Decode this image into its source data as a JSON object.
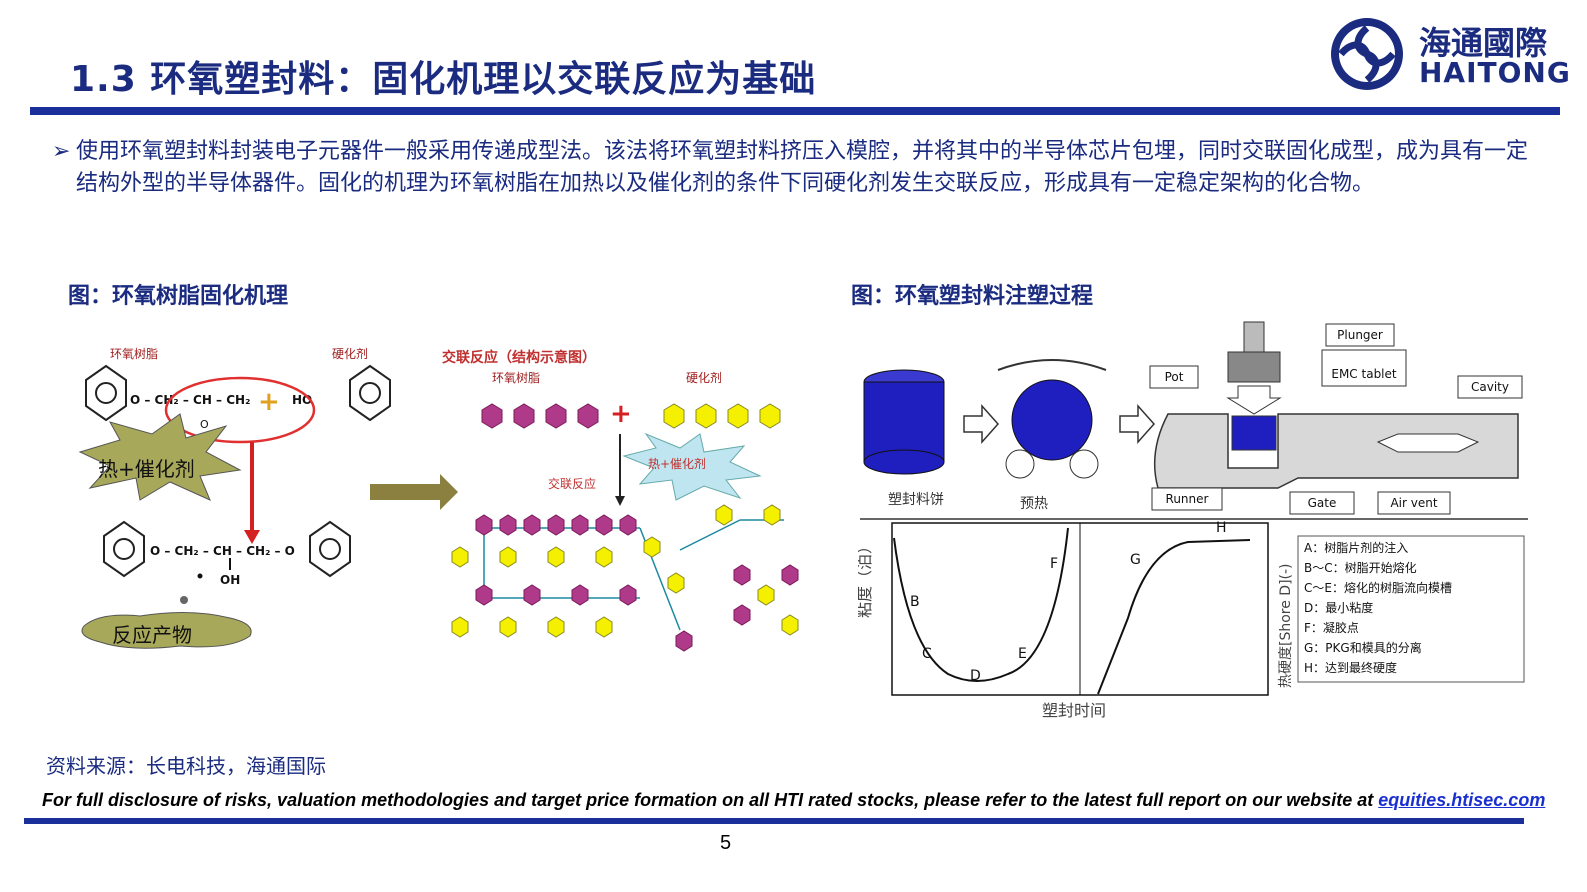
{
  "header": {
    "title": "1.3 环氧塑封料：固化机理以交联反应为基础",
    "logo_cn": "海通國際",
    "logo_en": "HAITONG"
  },
  "bullet": {
    "marker": "➢",
    "text": "使用环氧塑封料封装电子元器件一般采用传递成型法。该法将环氧塑封料挤压入模腔，并将其中的半导体芯片包埋，同时交联固化成型，成为具有一定结构外型的半导体器件。固化的机理为环氧树脂在加热以及催化剂的条件下同硬化剂发生交联反应，形成具有一定稳定架构的化合物。"
  },
  "figure_left": {
    "title": "图：环氧树脂固化机理",
    "label_resin": "环氧树脂",
    "label_hardener": "硬化剂",
    "formula_top": "O – CH₂ – CH – CH₂",
    "plus": "+",
    "ho": "HO",
    "o_label": "O",
    "heat_catalyst": "热+催化剂",
    "formula_product": "O – CH₂ – CH – CH₂ – O",
    "oh": "OH",
    "product": "反应产物",
    "crosslink_title": "交联反应（结构示意图）",
    "crosslink_resin": "环氧树脂",
    "crosslink_hardener": "硬化剂",
    "crosslink_heat": "热+催化剂",
    "crosslink_label": "交联反应"
  },
  "figure_right": {
    "title": "图：环氧塑封料注塑过程",
    "plunger": "Plunger",
    "emc_tablet": "EMC tablet",
    "pot": "Pot",
    "cavity": "Cavity",
    "runner": "Runner",
    "gate": "Gate",
    "air_vent": "Air vent",
    "cake": "塑封料饼",
    "preheat": "预热",
    "y_left": "粘度（泊）",
    "y_right": "热硬度[Shore D](-)",
    "x_label": "塑封时间",
    "points": [
      "B",
      "C",
      "D",
      "E",
      "F",
      "G",
      "H"
    ],
    "legend": [
      "A：树脂片剂的注入",
      "B～C：树脂开始熔化",
      "C～E：熔化的树脂流向模槽",
      "D：最小粘度",
      "F：凝胶点",
      "G：PKG和模具的分离",
      "H：达到最终硬度"
    ]
  },
  "footer": {
    "source": "资料来源：长电科技，海通国际",
    "disclaimer": "For full disclosure of risks, valuation methodologies and target price formation on all HTI rated stocks, please refer to the latest full report on our website at ",
    "link": "equities.htisec.com",
    "page": "5"
  },
  "colors": {
    "brand": "#1a2b80",
    "bar": "#1a2f9a",
    "magenta": "#b03a8a",
    "yellow": "#f5f000",
    "device_blue": "#1f1fbf",
    "red": "#d42020"
  }
}
